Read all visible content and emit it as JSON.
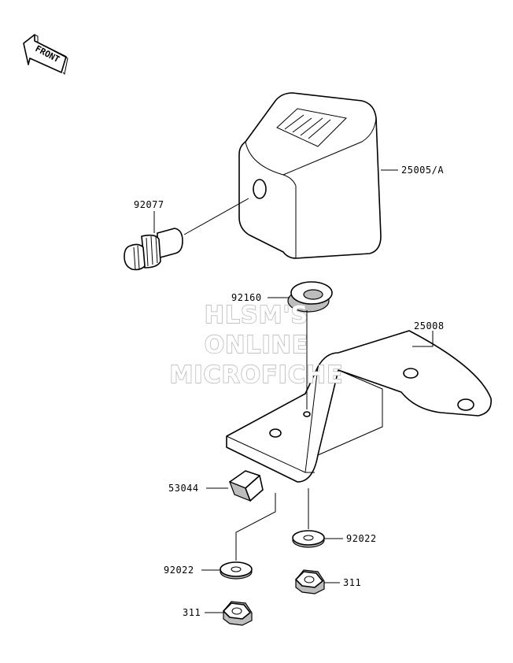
{
  "front_indicator": {
    "label": "FRONT"
  },
  "parts": [
    {
      "id": "meter-cover",
      "number": "25005/A"
    },
    {
      "id": "knob",
      "number": "92077"
    },
    {
      "id": "grommet",
      "number": "92160"
    },
    {
      "id": "bracket",
      "number": "25008"
    },
    {
      "id": "clip",
      "number": "53044"
    },
    {
      "id": "washer-right",
      "number": "92022"
    },
    {
      "id": "washer-left",
      "number": "92022"
    },
    {
      "id": "nut-right",
      "number": "311"
    },
    {
      "id": "nut-left",
      "number": "311"
    }
  ],
  "watermark": {
    "lines": [
      "HLSM'S",
      "ONLINE",
      "MICROFICHE"
    ]
  }
}
